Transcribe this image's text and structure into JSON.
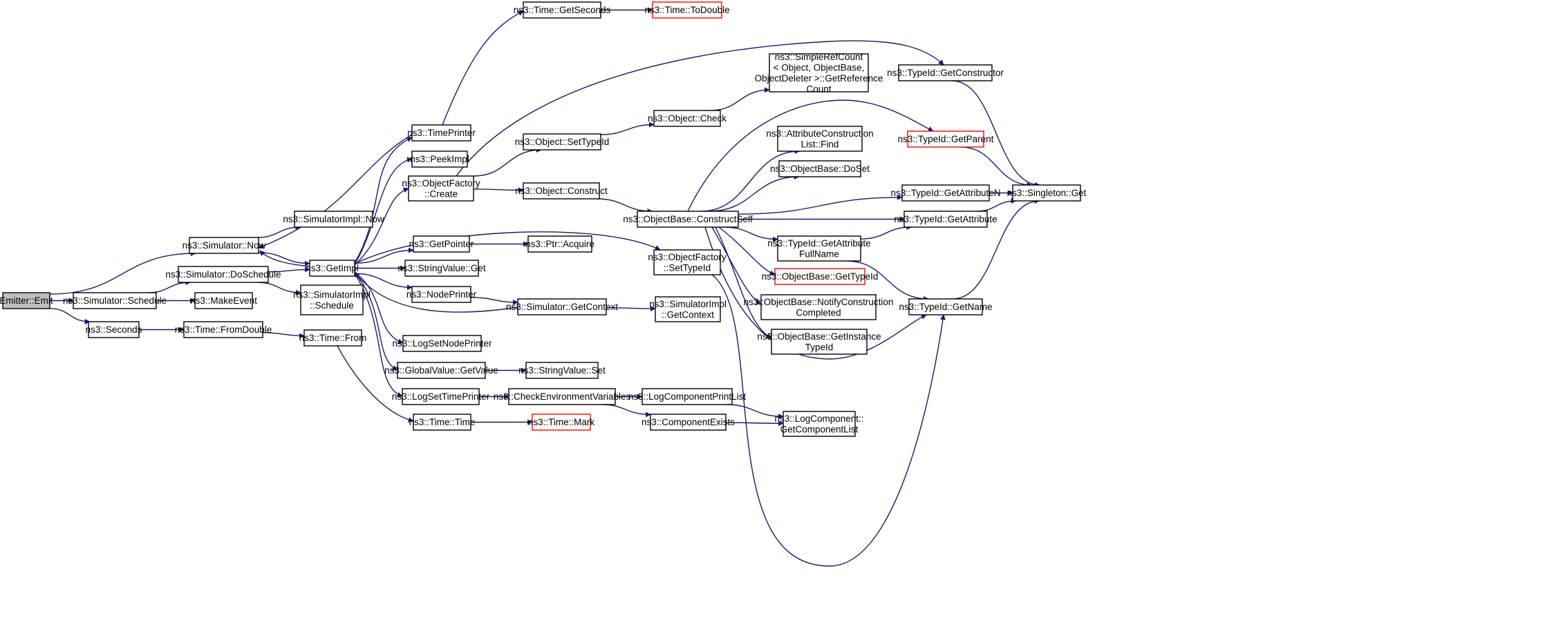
{
  "diagram": {
    "edge_color": "#191970",
    "nodes": [
      {
        "id": "emit",
        "lines": [
          "Emitter::Emit"
        ],
        "style": "root"
      },
      {
        "id": "sim_now",
        "lines": [
          "ns3::Simulator::Now"
        ]
      },
      {
        "id": "sim_schedule",
        "lines": [
          "ns3::Simulator::Schedule"
        ]
      },
      {
        "id": "seconds",
        "lines": [
          "ns3::Seconds"
        ]
      },
      {
        "id": "simimpl_now",
        "lines": [
          "ns3::SimulatorImpl::Now"
        ]
      },
      {
        "id": "getimpl",
        "lines": [
          "ns3::GetImpl"
        ]
      },
      {
        "id": "sim_doschedule",
        "lines": [
          "ns3::Simulator::DoSchedule"
        ]
      },
      {
        "id": "makeevent",
        "lines": [
          "ns3::MakeEvent"
        ]
      },
      {
        "id": "simimpl_schedule",
        "lines": [
          "ns3::SimulatorImpl",
          "::Schedule"
        ]
      },
      {
        "id": "time_fromdouble",
        "lines": [
          "ns3::Time::FromDouble"
        ]
      },
      {
        "id": "time_from",
        "lines": [
          "ns3::Time::From"
        ]
      },
      {
        "id": "time_getseconds",
        "lines": [
          "ns3::Time::GetSeconds"
        ]
      },
      {
        "id": "time_todouble",
        "lines": [
          "ns3::Time::ToDouble"
        ],
        "style": "red"
      },
      {
        "id": "timeprinter",
        "lines": [
          "ns3::TimePrinter"
        ]
      },
      {
        "id": "peekimpl",
        "lines": [
          "ns3::PeekImpl"
        ]
      },
      {
        "id": "of_create",
        "lines": [
          "ns3::ObjectFactory",
          "::Create"
        ]
      },
      {
        "id": "getpointer",
        "lines": [
          "ns3::GetPointer"
        ]
      },
      {
        "id": "stringvalue_get",
        "lines": [
          "ns3::StringValue::Get"
        ]
      },
      {
        "id": "nodeprinter",
        "lines": [
          "ns3::NodePrinter"
        ]
      },
      {
        "id": "logsetnodeprinter",
        "lines": [
          "ns3::LogSetNodePrinter"
        ]
      },
      {
        "id": "gv_getvalue",
        "lines": [
          "ns3::GlobalValue::GetValue"
        ]
      },
      {
        "id": "logsettimeprinter",
        "lines": [
          "ns3::LogSetTimePrinter"
        ]
      },
      {
        "id": "time_time",
        "lines": [
          "ns3::Time::Time"
        ]
      },
      {
        "id": "time_mark",
        "lines": [
          "ns3::Time::Mark"
        ],
        "style": "red"
      },
      {
        "id": "obj_settypeid",
        "lines": [
          "ns3::Object::SetTypeId"
        ]
      },
      {
        "id": "obj_construct",
        "lines": [
          "ns3::Object::Construct"
        ]
      },
      {
        "id": "ptr_acquire",
        "lines": [
          "ns3::Ptr::Acquire"
        ]
      },
      {
        "id": "sim_getcontext",
        "lines": [
          "ns3::Simulator::GetContext"
        ]
      },
      {
        "id": "stringvalue_set",
        "lines": [
          "ns3::StringValue::Set"
        ]
      },
      {
        "id": "checkenv",
        "lines": [
          "ns3::CheckEnvironmentVariables"
        ]
      },
      {
        "id": "obj_check",
        "lines": [
          "ns3::Object::Check"
        ]
      },
      {
        "id": "srefcount",
        "lines": [
          "ns3::SimpleRefCount",
          "< Object, ObjectBase,",
          "ObjectDeleter >::GetReference",
          "Count"
        ]
      },
      {
        "id": "ob_constructself",
        "lines": [
          "ns3::ObjectBase::ConstructSelf"
        ]
      },
      {
        "id": "of_settypeid",
        "lines": [
          "ns3::ObjectFactory",
          "::SetTypeId"
        ]
      },
      {
        "id": "simimpl_getcontext",
        "lines": [
          "ns3::SimulatorImpl",
          "::GetContext"
        ]
      },
      {
        "id": "logcomp_printlist",
        "lines": [
          "ns3::LogComponentPrintList"
        ]
      },
      {
        "id": "componentexists",
        "lines": [
          "ns3::ComponentExists"
        ]
      },
      {
        "id": "attrlist_find",
        "lines": [
          "ns3::AttributeConstruction",
          "List::Find"
        ]
      },
      {
        "id": "ob_doset",
        "lines": [
          "ns3::ObjectBase::DoSet"
        ]
      },
      {
        "id": "tid_getattrfullname",
        "lines": [
          "ns3::TypeId::GetAttribute",
          "FullName"
        ]
      },
      {
        "id": "ob_gettypeid",
        "lines": [
          "ns3::ObjectBase::GetTypeId"
        ],
        "style": "red"
      },
      {
        "id": "ob_notify",
        "lines": [
          "ns3::ObjectBase::NotifyConstruction",
          "Completed"
        ]
      },
      {
        "id": "ob_getinstance",
        "lines": [
          "ns3::ObjectBase::GetInstance",
          "TypeId"
        ]
      },
      {
        "id": "logcomp_getlist",
        "lines": [
          "ns3::LogComponent::",
          "GetComponentList"
        ]
      },
      {
        "id": "tid_getconstructor",
        "lines": [
          "ns3::TypeId::GetConstructor"
        ]
      },
      {
        "id": "tid_getparent",
        "lines": [
          "ns3::TypeId::GetParent"
        ],
        "style": "red"
      },
      {
        "id": "tid_getattributen",
        "lines": [
          "ns3::TypeId::GetAttributeN"
        ]
      },
      {
        "id": "tid_getattribute",
        "lines": [
          "ns3::TypeId::GetAttribute"
        ]
      },
      {
        "id": "tid_getname",
        "lines": [
          "ns3::TypeId::GetName"
        ]
      },
      {
        "id": "singleton_get",
        "lines": [
          "ns3::Singleton::Get"
        ]
      }
    ],
    "edges": [
      [
        "emit",
        "sim_now"
      ],
      [
        "emit",
        "sim_schedule"
      ],
      [
        "emit",
        "seconds"
      ],
      [
        "sim_now",
        "simimpl_now"
      ],
      [
        "sim_now",
        "getimpl"
      ],
      [
        "sim_schedule",
        "sim_doschedule"
      ],
      [
        "sim_schedule",
        "makeevent"
      ],
      [
        "seconds",
        "time_fromdouble"
      ],
      [
        "sim_doschedule",
        "getimpl"
      ],
      [
        "sim_doschedule",
        "simimpl_schedule"
      ],
      [
        "time_fromdouble",
        "time_from"
      ],
      [
        "time_from",
        "time_time"
      ],
      [
        "getimpl",
        "sim_now"
      ],
      [
        "getimpl",
        "timeprinter"
      ],
      [
        "getimpl",
        "peekimpl"
      ],
      [
        "getimpl",
        "of_create"
      ],
      [
        "getimpl",
        "getpointer"
      ],
      [
        "getimpl",
        "stringvalue_get"
      ],
      [
        "getimpl",
        "nodeprinter"
      ],
      [
        "getimpl",
        "logsetnodeprinter"
      ],
      [
        "getimpl",
        "gv_getvalue"
      ],
      [
        "getimpl",
        "logsettimeprinter"
      ],
      [
        "getimpl",
        "of_settypeid"
      ],
      [
        "timeprinter",
        "time_getseconds"
      ],
      [
        "timeprinter",
        "sim_now"
      ],
      [
        "time_getseconds",
        "time_todouble"
      ],
      [
        "of_create",
        "obj_settypeid"
      ],
      [
        "of_create",
        "obj_construct"
      ],
      [
        "of_create",
        "tid_getconstructor"
      ],
      [
        "getpointer",
        "ptr_acquire"
      ],
      [
        "nodeprinter",
        "sim_getcontext"
      ],
      [
        "sim_getcontext",
        "getimpl"
      ],
      [
        "sim_getcontext",
        "simimpl_getcontext"
      ],
      [
        "gv_getvalue",
        "stringvalue_set"
      ],
      [
        "logsettimeprinter",
        "checkenv"
      ],
      [
        "time_time",
        "time_mark"
      ],
      [
        "checkenv",
        "logcomp_printlist"
      ],
      [
        "checkenv",
        "componentexists"
      ],
      [
        "logcomp_printlist",
        "logcomp_getlist"
      ],
      [
        "componentexists",
        "logcomp_getlist"
      ],
      [
        "obj_settypeid",
        "obj_check"
      ],
      [
        "obj_check",
        "srefcount"
      ],
      [
        "obj_construct",
        "ob_constructself"
      ],
      [
        "ob_constructself",
        "attrlist_find"
      ],
      [
        "ob_constructself",
        "ob_doset"
      ],
      [
        "ob_constructself",
        "tid_getparent"
      ],
      [
        "ob_constructself",
        "tid_getattributen"
      ],
      [
        "ob_constructself",
        "tid_getattribute"
      ],
      [
        "ob_constructself",
        "tid_getattrfullname"
      ],
      [
        "ob_constructself",
        "ob_gettypeid"
      ],
      [
        "ob_constructself",
        "ob_notify"
      ],
      [
        "ob_constructself",
        "ob_getinstance"
      ],
      [
        "ob_constructself",
        "tid_getname"
      ],
      [
        "of_settypeid",
        "tid_getname"
      ],
      [
        "tid_getattrfullname",
        "tid_getattribute"
      ],
      [
        "tid_getattrfullname",
        "tid_getname"
      ],
      [
        "tid_getconstructor",
        "singleton_get"
      ],
      [
        "tid_getparent",
        "singleton_get"
      ],
      [
        "tid_getattributen",
        "singleton_get"
      ],
      [
        "tid_getattribute",
        "singleton_get"
      ],
      [
        "tid_getname",
        "singleton_get"
      ]
    ]
  }
}
